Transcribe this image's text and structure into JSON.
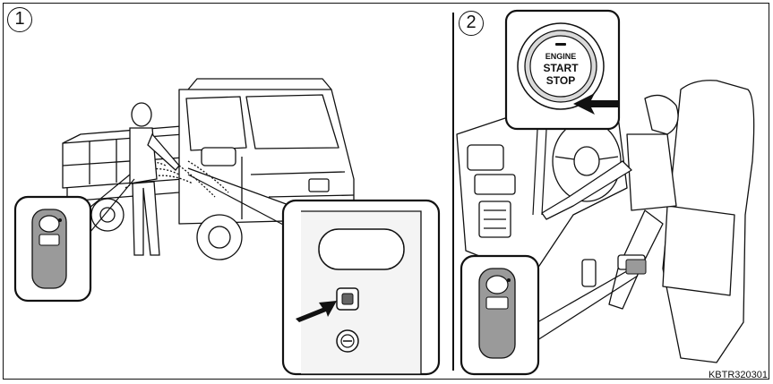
{
  "steps": [
    {
      "number": "1"
    },
    {
      "number": "2"
    }
  ],
  "start_button": {
    "line1": "ENGINE",
    "line2": "START",
    "line3": "STOP"
  },
  "figure_code": "KBTR320301",
  "colors": {
    "line": "#111111",
    "key_fob": "#9a9a9a",
    "background": "#ffffff"
  },
  "icons": [
    "key-fob-icon",
    "door-handle-icon",
    "request-switch-icon",
    "keyhole-icon",
    "push-arrow-icon"
  ]
}
